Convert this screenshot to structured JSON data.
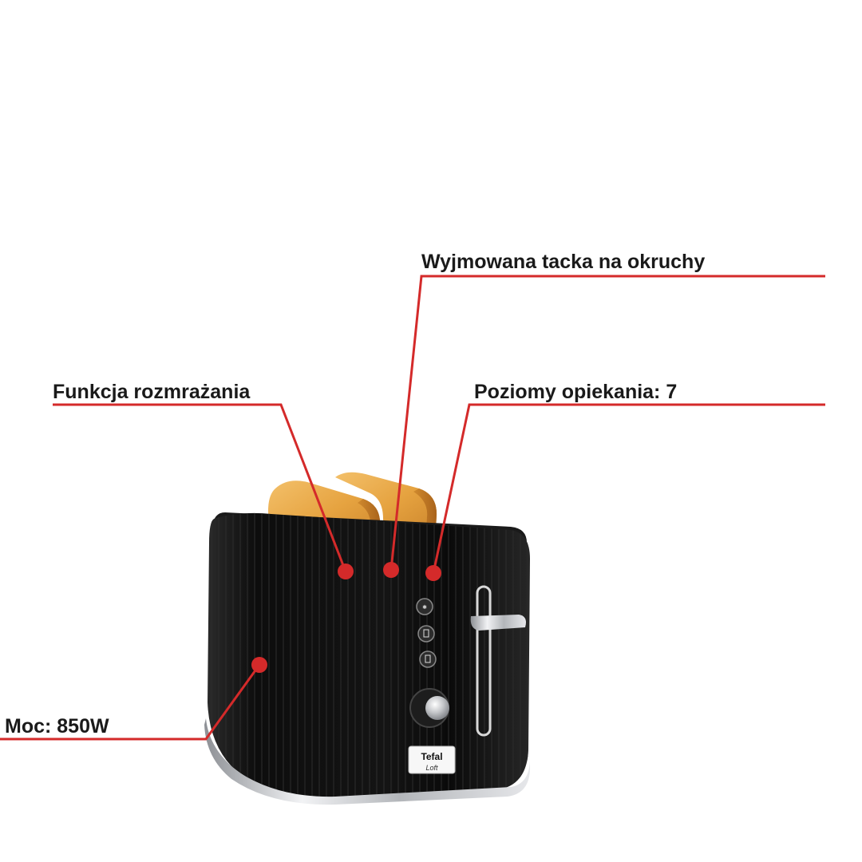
{
  "callouts": {
    "crumb_tray": "Wyjmowana tacka na okruchy",
    "defrost": "Funkcja rozmrażania",
    "toast_levels": "Poziomy opiekania: 7",
    "power": "Moc: 850W"
  },
  "product": {
    "brand": "Tefal",
    "model": "Loft"
  },
  "colors": {
    "callout_line": "#d42a2a",
    "body": "#121212",
    "chrome": "#c9ccd0",
    "toast": "#e9a94a"
  },
  "icons": [
    "defrost-button-icon",
    "single-slice-icon",
    "stop-icon",
    "browning-dial-icon",
    "lever-icon"
  ]
}
